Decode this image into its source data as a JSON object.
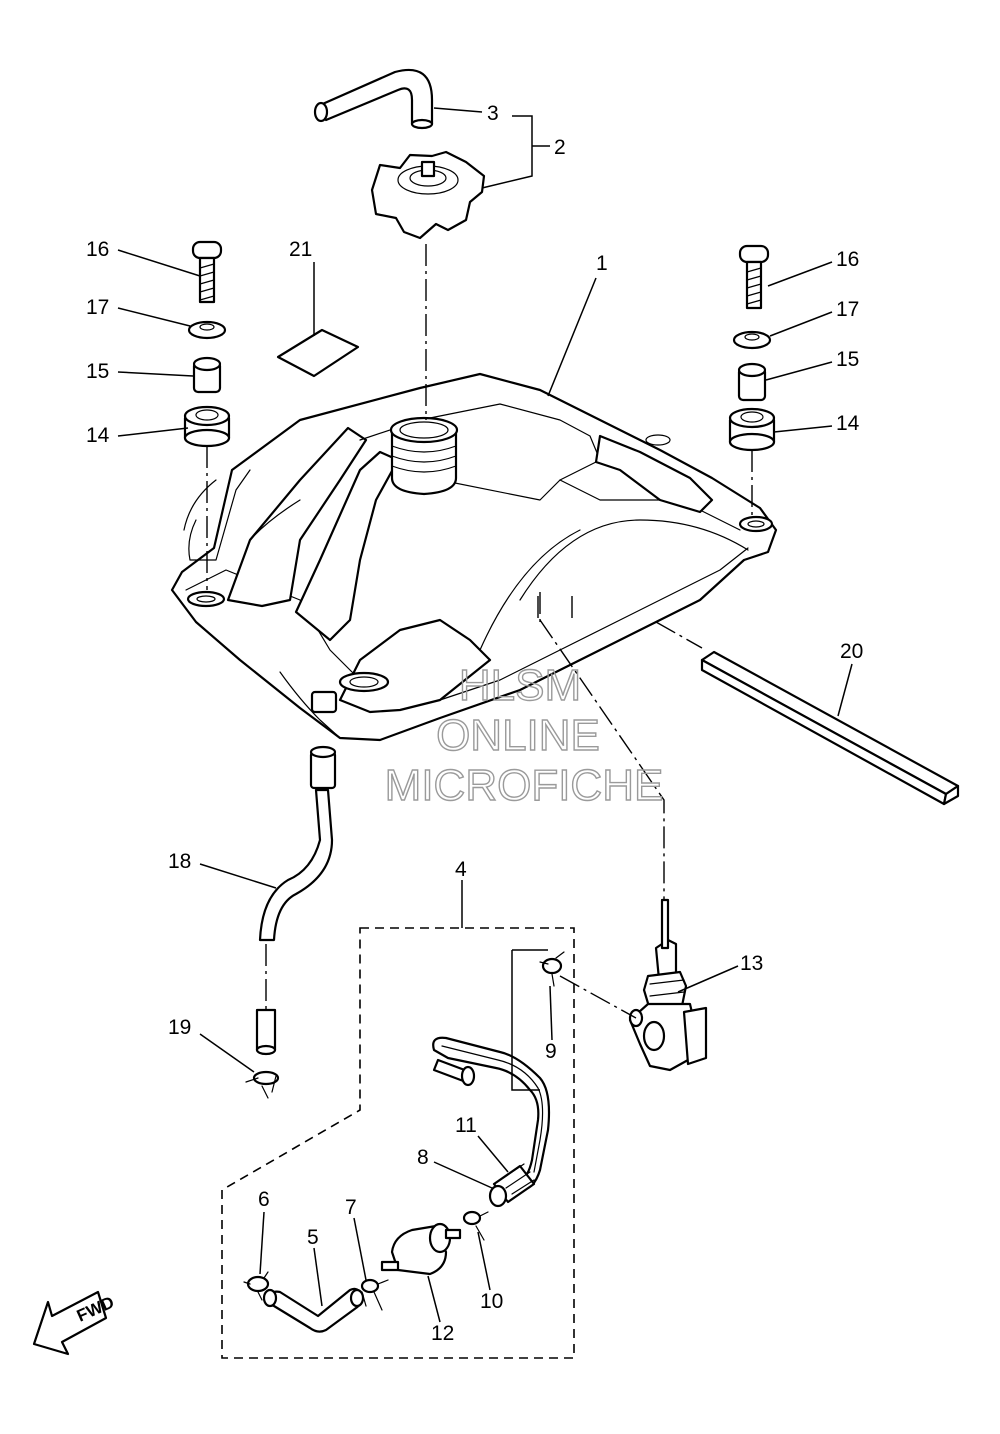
{
  "diagram": {
    "callouts": [
      "1",
      "2",
      "3",
      "4",
      "5",
      "6",
      "7",
      "8",
      "9",
      "10",
      "11",
      "12",
      "13",
      "14",
      "14",
      "15",
      "15",
      "16",
      "16",
      "17",
      "17",
      "18",
      "19",
      "20",
      "21"
    ],
    "direction_label": "FWD"
  },
  "watermark": {
    "line1": "HLSM",
    "line2": "ONLINE",
    "line3": "MICROFICHE"
  }
}
